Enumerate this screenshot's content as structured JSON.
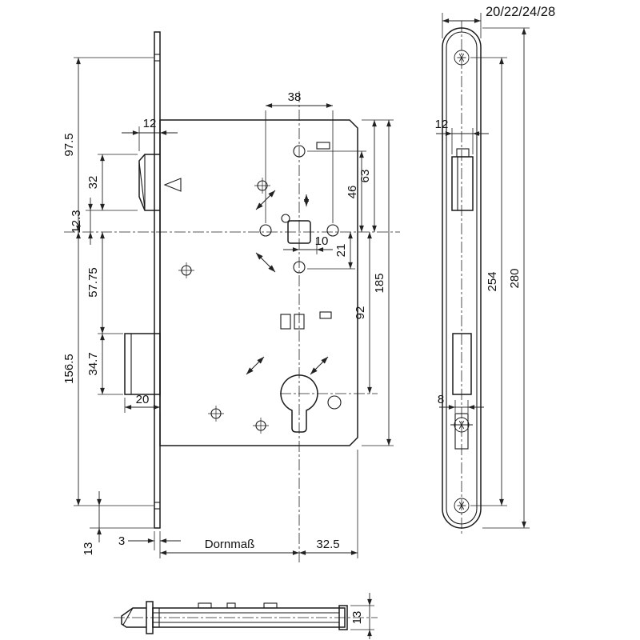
{
  "colors": {
    "ink": "#1a1a1a",
    "background": "#ffffff"
  },
  "front_view": {
    "dim_38": "38",
    "dim_latch_width": "12",
    "dim_97_5": "97.5",
    "dim_32": "32",
    "dim_12_3": "12.3",
    "dim_57_75": "57.75",
    "dim_156_5": "156.5",
    "dim_34_7": "34.7",
    "dim_20": "20",
    "dim_3": "3",
    "dim_13": "13",
    "dim_10": "10",
    "dim_21": "21",
    "dim_46": "46",
    "dim_63": "63",
    "dim_92": "92",
    "dim_185": "185",
    "dim_backset_label": "Dornmaß",
    "dim_32_5": "32.5"
  },
  "side_view": {
    "dim_plate_widths": "20/22/24/28",
    "dim_12": "12",
    "dim_8": "8",
    "dim_254": "254",
    "dim_280": "280"
  },
  "bottom_view": {
    "dim_13": "13"
  }
}
